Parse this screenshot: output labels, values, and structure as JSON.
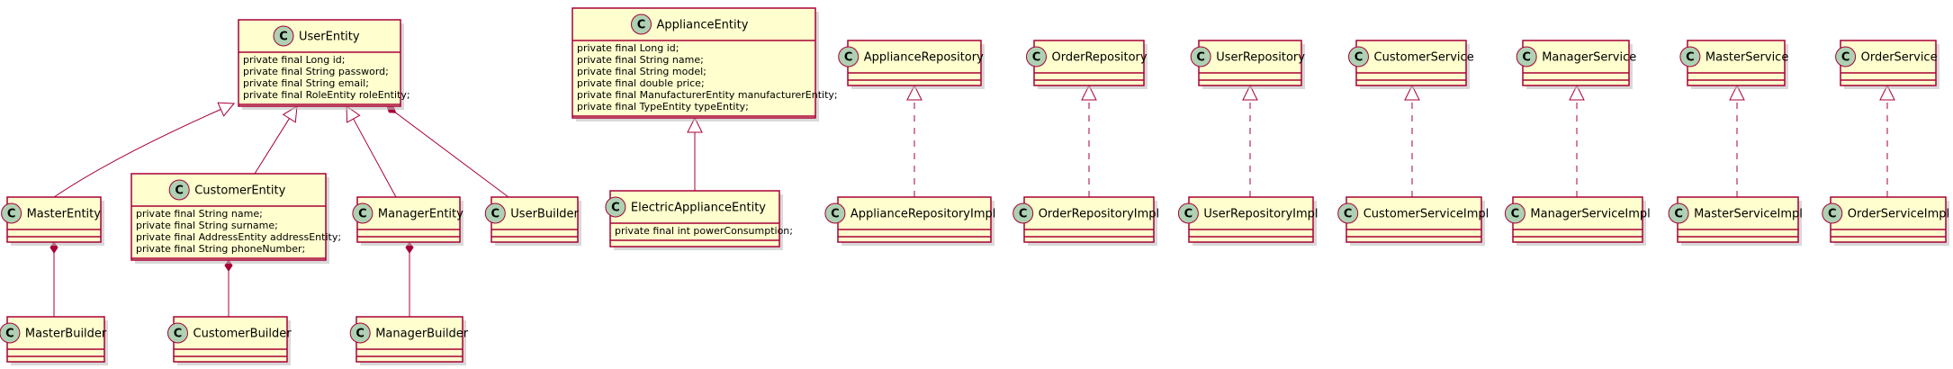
{
  "colors": {
    "box_fill": "#FEFECE",
    "border": "#A80036",
    "shadow": "#C0C0C0",
    "class_marker_fill": "#ADD1B2",
    "text": "#000000"
  },
  "classes": {
    "UserEntity": {
      "name": "UserEntity",
      "attributes": [
        "private final Long id;",
        "private final String password;",
        "private final String email;",
        "private final RoleEntity roleEntity;"
      ]
    },
    "ApplianceEntity": {
      "name": "ApplianceEntity",
      "attributes": [
        "private final Long id;",
        "private final String name;",
        "private final String model;",
        "private final double price;",
        "private final ManufacturerEntity manufacturerEntity;",
        "private final TypeEntity typeEntity;"
      ]
    },
    "ApplianceRepository": {
      "name": "ApplianceRepository",
      "attributes": []
    },
    "OrderRepository": {
      "name": "OrderRepository",
      "attributes": []
    },
    "UserRepository": {
      "name": "UserRepository",
      "attributes": []
    },
    "CustomerService": {
      "name": "CustomerService",
      "attributes": []
    },
    "ManagerService": {
      "name": "ManagerService",
      "attributes": []
    },
    "MasterService": {
      "name": "MasterService",
      "attributes": []
    },
    "OrderService": {
      "name": "OrderService",
      "attributes": []
    },
    "MasterEntity": {
      "name": "MasterEntity",
      "attributes": []
    },
    "CustomerEntity": {
      "name": "CustomerEntity",
      "attributes": [
        "private final String name;",
        "private final String surname;",
        "private final AddressEntity addressEntity;",
        "private final String phoneNumber;"
      ]
    },
    "ManagerEntity": {
      "name": "ManagerEntity",
      "attributes": []
    },
    "UserBuilder": {
      "name": "UserBuilder",
      "attributes": []
    },
    "ElectricApplianceEntity": {
      "name": "ElectricApplianceEntity",
      "attributes": [
        "private final int powerConsumption;"
      ]
    },
    "ApplianceRepositoryImpl": {
      "name": "ApplianceRepositoryImpl",
      "attributes": []
    },
    "OrderRepositoryImpl": {
      "name": "OrderRepositoryImpl",
      "attributes": []
    },
    "UserRepositoryImpl": {
      "name": "UserRepositoryImpl",
      "attributes": []
    },
    "CustomerServiceImpl": {
      "name": "CustomerServiceImpl",
      "attributes": []
    },
    "ManagerServiceImpl": {
      "name": "ManagerServiceImpl",
      "attributes": []
    },
    "MasterServiceImpl": {
      "name": "MasterServiceImpl",
      "attributes": []
    },
    "OrderServiceImpl": {
      "name": "OrderServiceImpl",
      "attributes": []
    },
    "MasterBuilder": {
      "name": "MasterBuilder",
      "attributes": []
    },
    "CustomerBuilder": {
      "name": "CustomerBuilder",
      "attributes": []
    },
    "ManagerBuilder": {
      "name": "ManagerBuilder",
      "attributes": []
    }
  },
  "class_marker_letter": "C",
  "relations": [
    {
      "from": "MasterEntity",
      "to": "UserEntity",
      "type": "inheritance"
    },
    {
      "from": "CustomerEntity",
      "to": "UserEntity",
      "type": "inheritance"
    },
    {
      "from": "ManagerEntity",
      "to": "UserEntity",
      "type": "inheritance"
    },
    {
      "from": "UserBuilder",
      "to": "UserEntity",
      "type": "composition"
    },
    {
      "from": "ElectricApplianceEntity",
      "to": "ApplianceEntity",
      "type": "inheritance"
    },
    {
      "from": "ApplianceRepositoryImpl",
      "to": "ApplianceRepository",
      "type": "realization"
    },
    {
      "from": "OrderRepositoryImpl",
      "to": "OrderRepository",
      "type": "realization"
    },
    {
      "from": "UserRepositoryImpl",
      "to": "UserRepository",
      "type": "realization"
    },
    {
      "from": "CustomerServiceImpl",
      "to": "CustomerService",
      "type": "realization"
    },
    {
      "from": "ManagerServiceImpl",
      "to": "ManagerService",
      "type": "realization"
    },
    {
      "from": "MasterServiceImpl",
      "to": "MasterService",
      "type": "realization"
    },
    {
      "from": "OrderServiceImpl",
      "to": "OrderService",
      "type": "realization"
    },
    {
      "from": "MasterBuilder",
      "to": "MasterEntity",
      "type": "composition"
    },
    {
      "from": "CustomerBuilder",
      "to": "CustomerEntity",
      "type": "composition"
    },
    {
      "from": "ManagerBuilder",
      "to": "ManagerEntity",
      "type": "composition"
    }
  ]
}
